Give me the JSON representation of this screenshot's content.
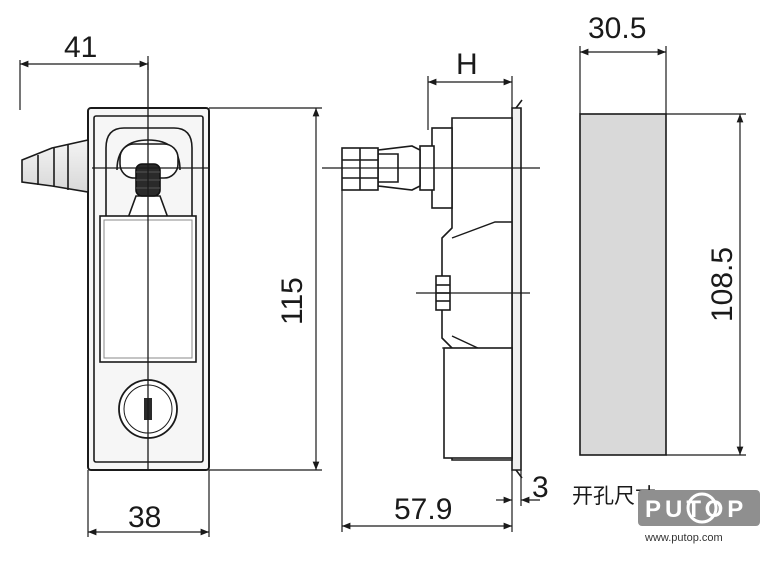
{
  "drawing": {
    "front_view": {
      "width_top_label": "41",
      "width_bottom_label": "38",
      "height_label": "115"
    },
    "side_view": {
      "depth_label": "H",
      "total_depth_label": "57.9",
      "plate_thickness_label": "3"
    },
    "cutout": {
      "width_label": "30.5",
      "height_label": "108.5",
      "note": "开孔尺寸",
      "fill_color": "#d9d9d9"
    }
  },
  "watermark": {
    "logo": "PUTOP",
    "url": "www.putop.com"
  }
}
